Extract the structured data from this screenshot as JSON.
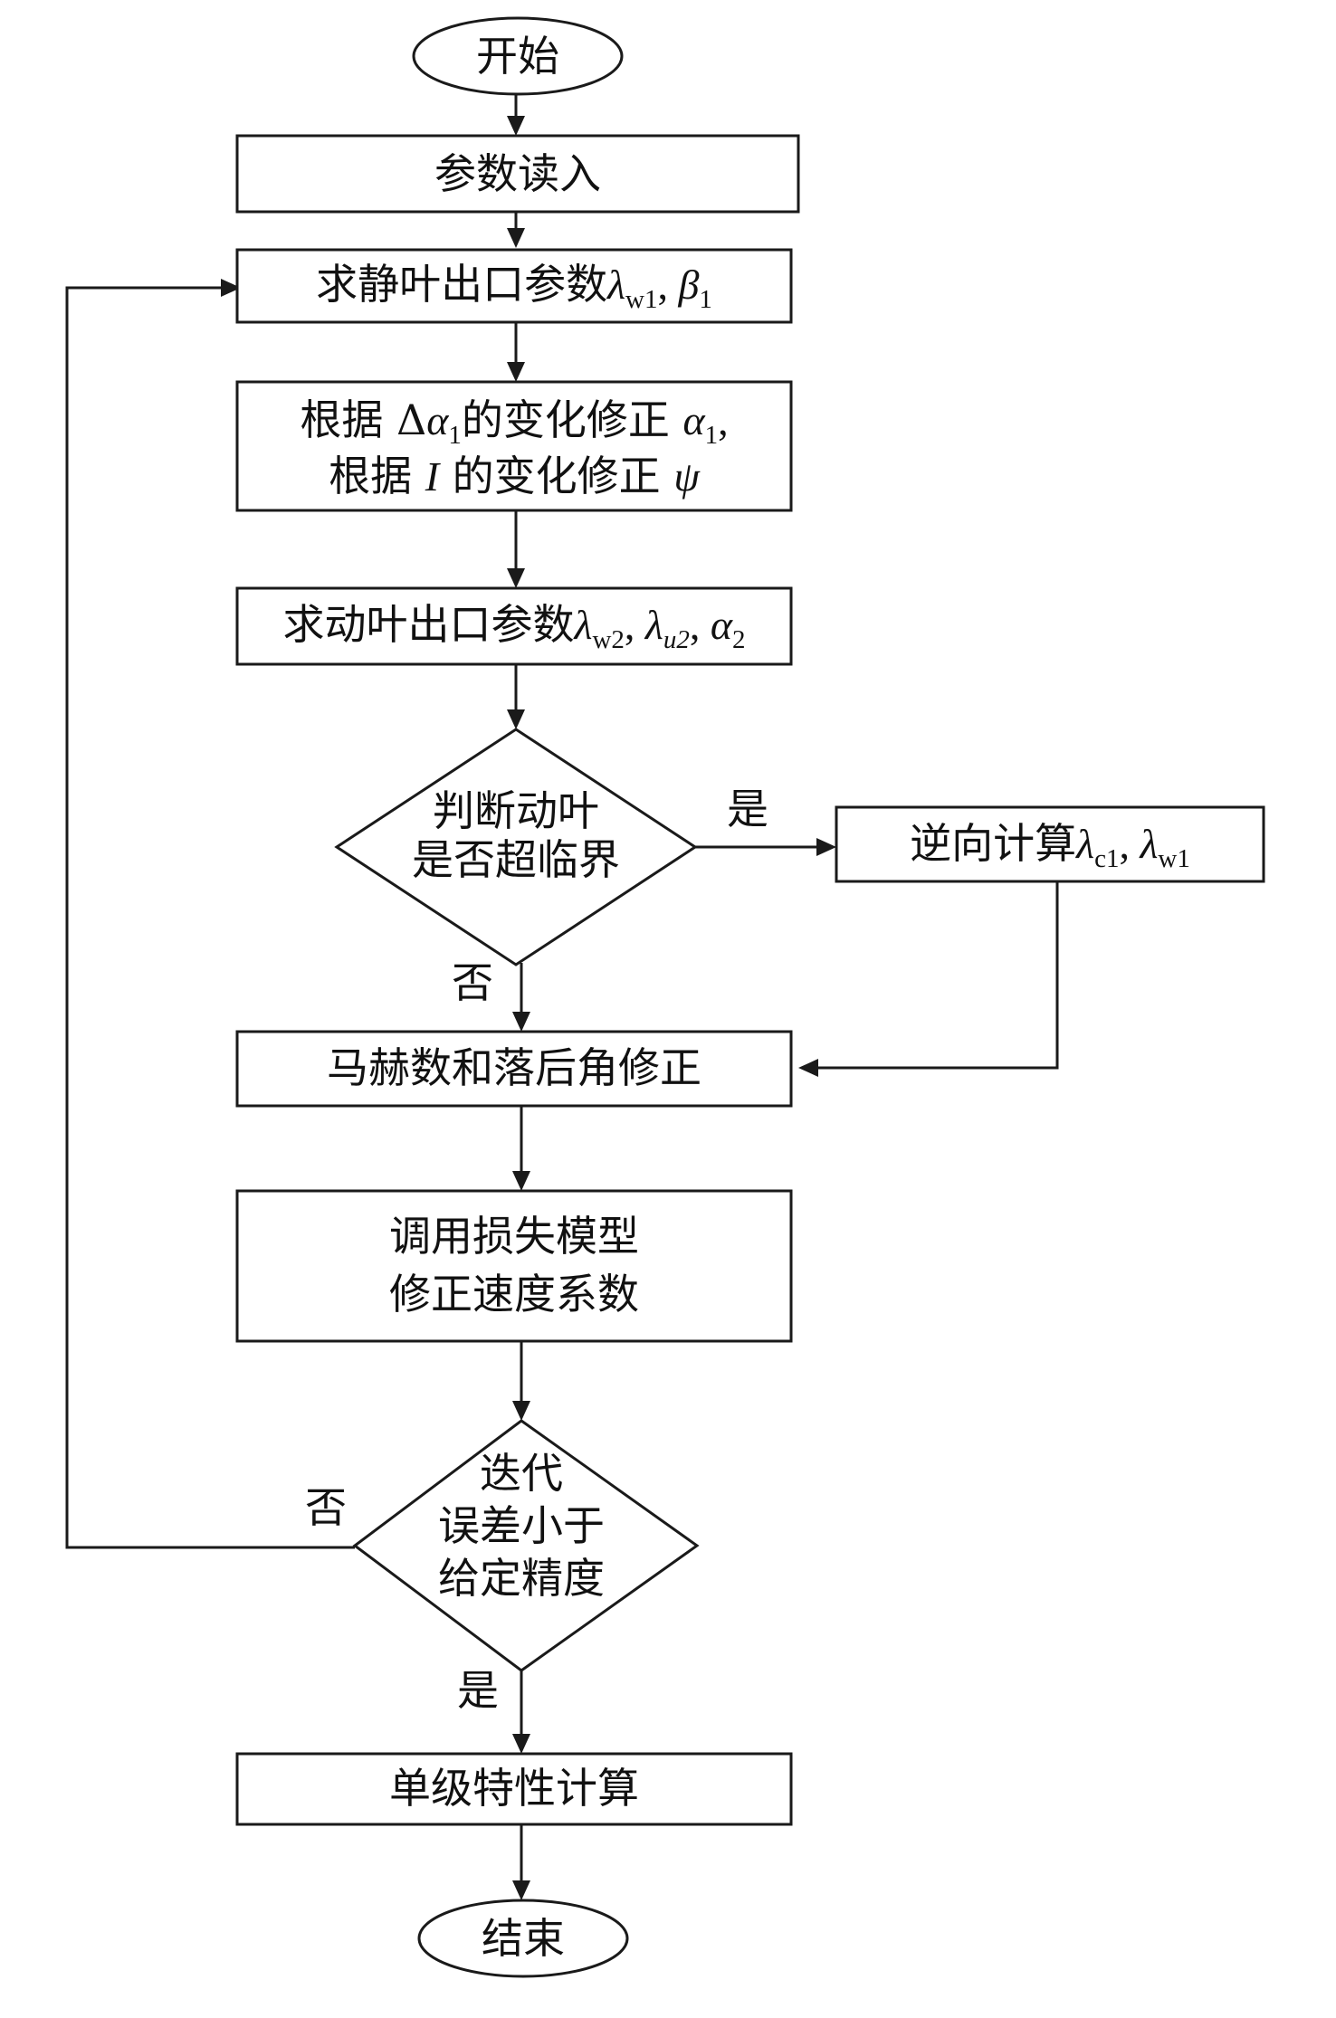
{
  "nodes": {
    "start": "开始",
    "read_params": "参数读入",
    "stator_outlet": {
      "label": "求静叶出口参数",
      "sym1": "λ",
      "sub1": "w1",
      "sep": ", ",
      "sym2": "β",
      "sub2": "1"
    },
    "correct": {
      "line1_a": "根据 Δ",
      "line1_sym": "α",
      "line1_sub": "1",
      "line1_b": "的变化修正 ",
      "line1_sym2": "α",
      "line1_sub2": "1",
      "line1_end": ",",
      "line2_a": "根据 ",
      "line2_sym": "I",
      "line2_b": " 的变化修正 ",
      "line2_sym2": "ψ"
    },
    "rotor_outlet": {
      "label": "求动叶出口参数",
      "sym1": "λ",
      "sub1": "w2",
      "sep1": ", ",
      "sym2": "λ",
      "sub2": "u2",
      "sep2": ", ",
      "sym3": "α",
      "sub3": "2"
    },
    "decision_supercritical": {
      "line1": "判断动叶",
      "line2": "是否超临界"
    },
    "inverse_calc": {
      "label": "逆向计算",
      "sym1": "λ",
      "sub1": "c1",
      "sep": ", ",
      "sym2": "λ",
      "sub2": "w1"
    },
    "mach_correction": "马赫数和落后角修正",
    "loss_model": {
      "line1": "调用损失模型",
      "line2": "修正速度系数"
    },
    "decision_converge": {
      "line1": "迭代",
      "line2": "误差小于",
      "line3": "给定精度"
    },
    "stage_calc": "单级特性计算",
    "end": "结束"
  },
  "edge_labels": {
    "yes_supercritical": "是",
    "no_supercritical": "否",
    "no_converge": "否",
    "yes_converge": "是"
  }
}
